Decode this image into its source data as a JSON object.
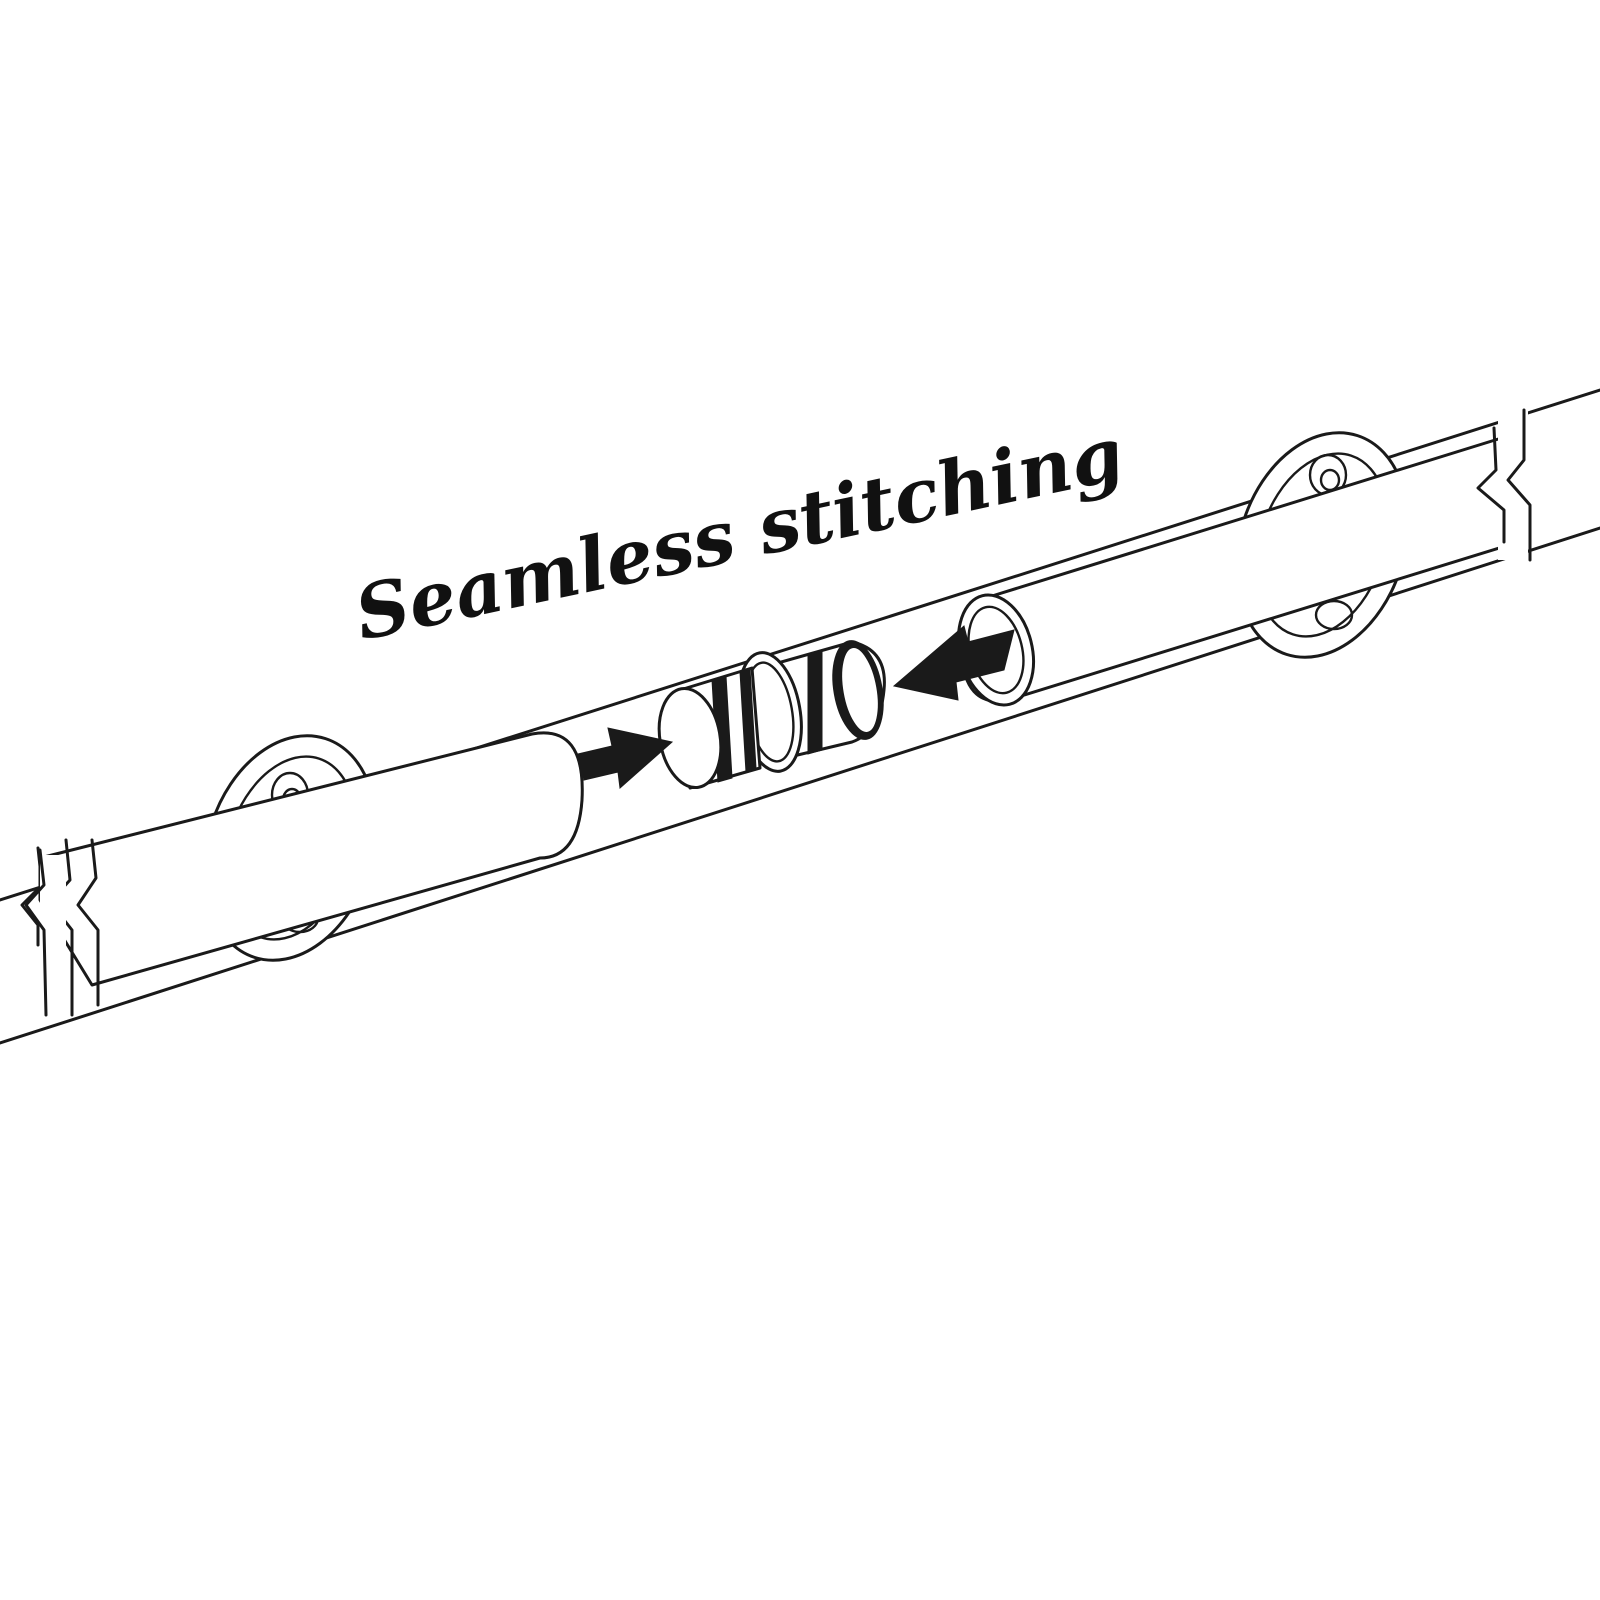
{
  "headline": "Seamless stitching",
  "colors": {
    "line": "#1a1a1a",
    "background": "#ffffff",
    "arrow": "#1a1a1a"
  },
  "parts": {
    "left_rail": "rail-segment",
    "right_rail": "rail-segment",
    "connector": "splice-connector",
    "left_mount": "wall-bracket",
    "right_mount": "wall-bracket",
    "arrows": [
      "insert-arrow-left",
      "insert-arrow-right"
    ]
  }
}
